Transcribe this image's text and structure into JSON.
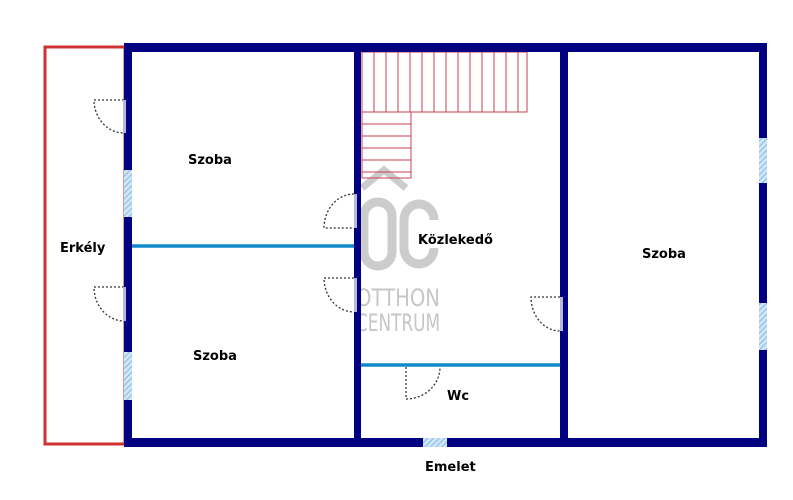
{
  "title": "Emelet",
  "rooms": {
    "balcony": "Erkély",
    "room_top_left": "Szoba",
    "room_bottom_left": "Szoba",
    "hallway": "Közlekedő",
    "room_right": "Szoba",
    "wc": "Wc"
  },
  "watermark": {
    "logo": "ÔC",
    "line1": "OTTHON",
    "line2": "CENTRUM"
  },
  "colors": {
    "wall": "#000080",
    "balcony": "#d03030",
    "partition": "#1188cc",
    "stairs": "#c84050",
    "window": "#a8d0ee"
  }
}
